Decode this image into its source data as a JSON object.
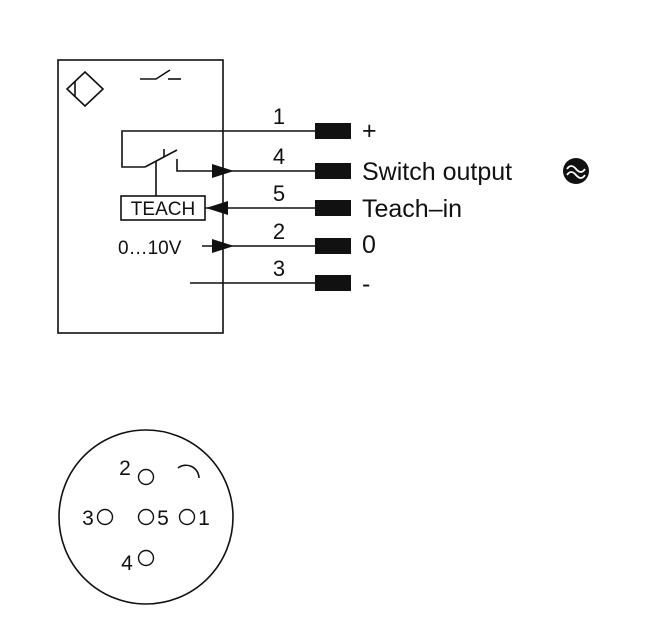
{
  "wiring": {
    "pins": [
      {
        "number": "1",
        "label": "+"
      },
      {
        "number": "4",
        "label": "Switch output"
      },
      {
        "number": "5",
        "label": "Teach–in"
      },
      {
        "number": "2",
        "label": "0"
      },
      {
        "number": "3",
        "label": "-"
      }
    ],
    "teach_box_label": "TEACH",
    "analog_label": "0…10V",
    "switch_output_symbol": "ac-dc-switch-icon"
  },
  "connector": {
    "pin_labels": {
      "p1": "1",
      "p2": "2",
      "p3": "3",
      "p4": "4",
      "p5": "5"
    }
  },
  "colors": {
    "ink": "#111111",
    "background": "#ffffff"
  }
}
